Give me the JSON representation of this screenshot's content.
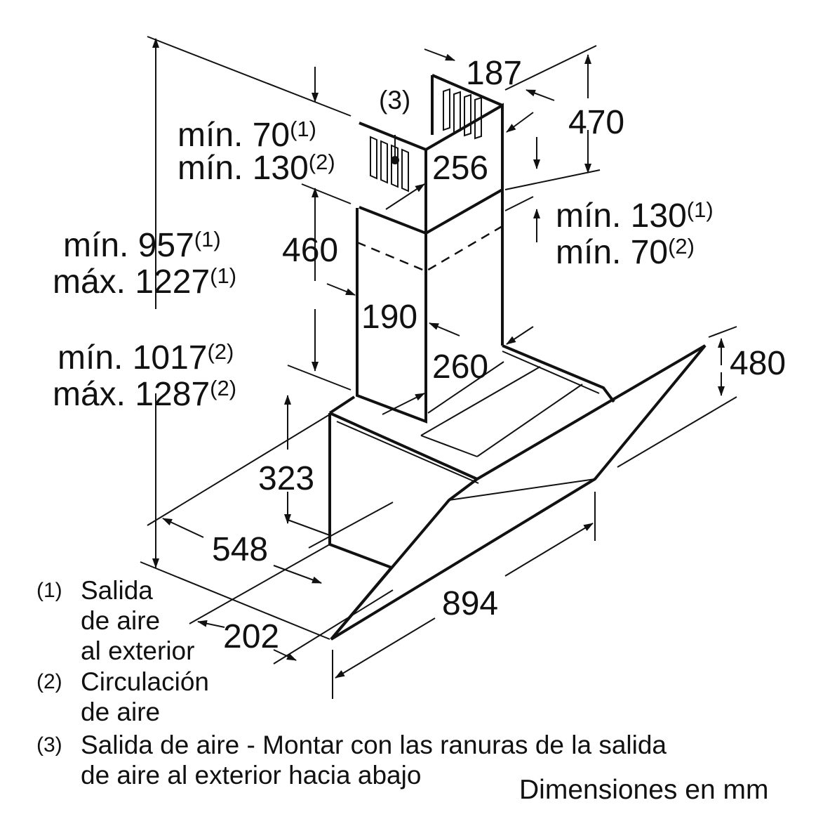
{
  "dimensions": {
    "d187": "187",
    "d470": "470",
    "d256": "256",
    "d460": "460",
    "d190": "190",
    "d260": "260",
    "d480": "480",
    "d323": "323",
    "d548": "548",
    "d894": "894",
    "d202": "202"
  },
  "notes": {
    "top_left": {
      "line1": "mín. 70",
      "sup1": "(1)",
      "line2": "mín. 130",
      "sup2": "(2)"
    },
    "top_right": {
      "line1": "mín. 130",
      "sup1": "(1)",
      "line2": "mín. 70",
      "sup2": "(2)"
    },
    "height_ext": {
      "line1": "mín. 957",
      "sup1": "(1)",
      "line2": "máx. 1227",
      "sup2": "(1)"
    },
    "height_circ": {
      "line1": "mín. 1017",
      "sup1": "(2)",
      "line2": "máx. 1287",
      "sup2": "(2)"
    },
    "callout3": "(3)"
  },
  "legend": [
    {
      "num": "(1)",
      "lines": [
        "Salida",
        "de aire",
        "al exterior"
      ]
    },
    {
      "num": "(2)",
      "lines": [
        "Circulación",
        "de aire"
      ]
    },
    {
      "num": "(3)",
      "lines": [
        "Salida de aire - Montar con las ranuras de la salida",
        "de aire al exterior hacia abajo"
      ]
    }
  ],
  "caption": "Dimensiones en mm"
}
